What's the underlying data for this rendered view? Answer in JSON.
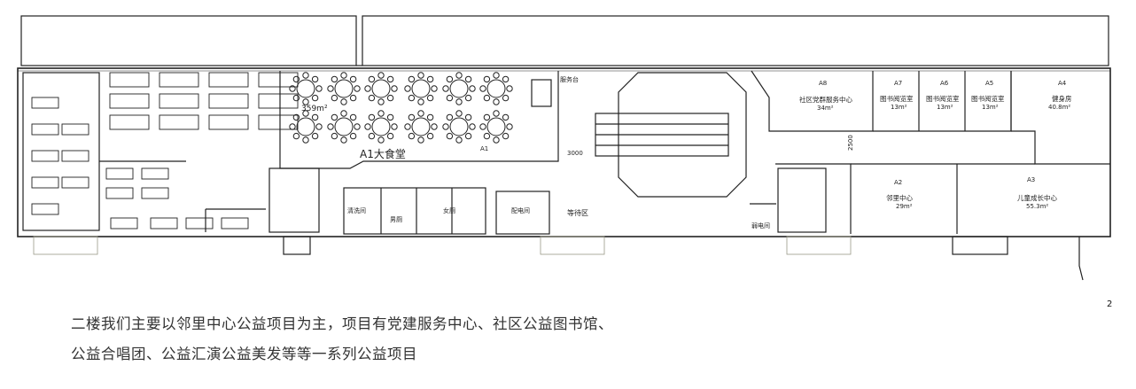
{
  "rooms": {
    "a1_name": "A1大食堂",
    "a1_code": "A1",
    "a1_area": "359m²",
    "service_desk": "服务台",
    "wash_room": "清洗间",
    "mens_toilet": "男厕",
    "womens_toilet": "女厕",
    "power_room": "配电间",
    "waiting_area": "等待区",
    "weak_power_room": "弱电间",
    "dim_3000": "3000",
    "dim_2500": "2500",
    "a8_code": "A8",
    "a8_name": "社区党群服务中心",
    "a8_area": "34m²",
    "a7_code": "A7",
    "a7_name": "图书阅览室",
    "a7_area": "13m²",
    "a6_code": "A6",
    "a6_name": "图书阅览室",
    "a6_area": "13m²",
    "a5_code": "A5",
    "a5_name": "图书阅览室",
    "a5_area": "13m²",
    "a4_code": "A4",
    "a4_name": "健身房",
    "a4_area": "40.8m²",
    "a2_code": "A2",
    "a2_name": "邻里中心",
    "a2_area": "29m²",
    "a3_code": "A3",
    "a3_name": "儿童成长中心",
    "a3_area": "55.3m²"
  },
  "caption": {
    "line1": "二楼我们主要以邻里中心公益项目为主，项目有党建服务中心、社区公益图书馆、",
    "line2": "公益合唱团、公益汇演公益美发等等一系列公益项目"
  },
  "page_number": "2"
}
